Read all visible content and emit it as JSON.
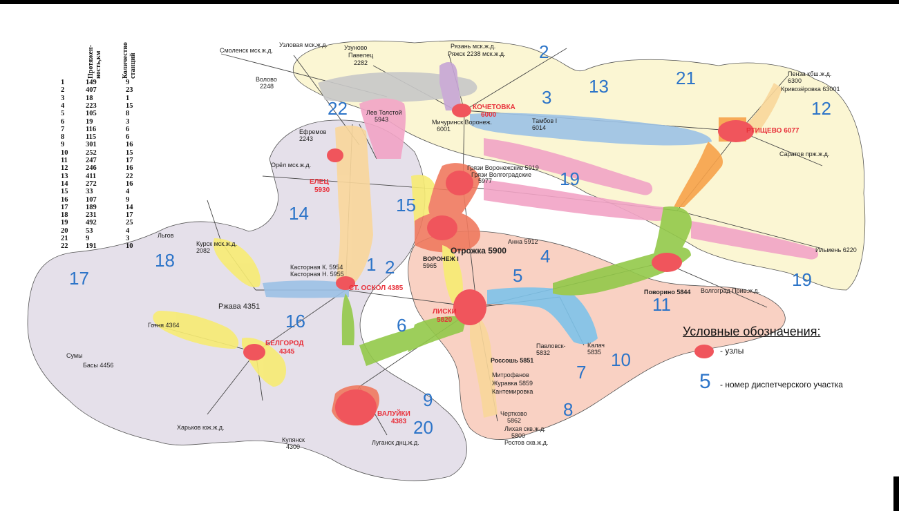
{
  "table": {
    "headers": [
      "Протяжен-ность,км",
      "Количество станций"
    ],
    "rows": [
      {
        "n": "1",
        "km": "149",
        "st": "9"
      },
      {
        "n": "2",
        "km": "407",
        "st": "23"
      },
      {
        "n": "3",
        "km": "18",
        "st": "1"
      },
      {
        "n": "4",
        "km": "223",
        "st": "15"
      },
      {
        "n": "5",
        "km": "105",
        "st": "8"
      },
      {
        "n": "6",
        "km": "19",
        "st": "3"
      },
      {
        "n": "7",
        "km": "116",
        "st": "6"
      },
      {
        "n": "8",
        "km": "115",
        "st": "6"
      },
      {
        "n": "9",
        "km": "301",
        "st": "16"
      },
      {
        "n": "10",
        "km": "252",
        "st": "15"
      },
      {
        "n": "11",
        "km": "247",
        "st": "17"
      },
      {
        "n": "12",
        "km": "246",
        "st": "16"
      },
      {
        "n": "13",
        "km": "411",
        "st": "22"
      },
      {
        "n": "14",
        "km": "272",
        "st": "16"
      },
      {
        "n": "15",
        "km": "33",
        "st": "4"
      },
      {
        "n": "16",
        "km": "107",
        "st": "9"
      },
      {
        "n": "17",
        "km": "189",
        "st": "14"
      },
      {
        "n": "18",
        "km": "231",
        "st": "17"
      },
      {
        "n": "19",
        "km": "492",
        "st": "25"
      },
      {
        "n": "20",
        "km": "53",
        "st": "4"
      },
      {
        "n": "21",
        "km": "9",
        "st": "3"
      },
      {
        "n": "22",
        "km": "191",
        "st": "10"
      }
    ]
  },
  "nodes": [
    {
      "id": "kochetovka",
      "label": "КОЧЕТОВКА",
      "code": "6000"
    },
    {
      "id": "rtishchevo",
      "label": "РТИЩЕВО 6077",
      "code": ""
    },
    {
      "id": "elets",
      "label": "ЕЛЕЦ",
      "code": "5930"
    },
    {
      "id": "st-oskol",
      "label": "СТ. ОСКОЛ 4385",
      "code": ""
    },
    {
      "id": "liski",
      "label": "ЛИСКИ",
      "code": "5820"
    },
    {
      "id": "belgorod",
      "label": "БЕЛГОРОД",
      "code": "4345"
    },
    {
      "id": "valuyki",
      "label": "ВАЛУЙКИ",
      "code": "4383"
    }
  ],
  "stations": [
    {
      "id": "uzunovo",
      "text": "Узуново"
    },
    {
      "id": "pavelets",
      "text": "Павелец"
    },
    {
      "id": "pavelets-code",
      "text": "2282"
    },
    {
      "id": "ryazan",
      "text": "Рязань мск.ж.д."
    },
    {
      "id": "ryazhsk",
      "text": "Ряжск 2238 мск.ж.д."
    },
    {
      "id": "smolensk",
      "text": "Смоленск мск.ж.д."
    },
    {
      "id": "uzlovaya",
      "text": "Узловая мск.ж.д."
    },
    {
      "id": "volovo",
      "text": "Волово"
    },
    {
      "id": "volovo-code",
      "text": "2248"
    },
    {
      "id": "lev-tolstoy",
      "text": "Лев Толстой"
    },
    {
      "id": "lev-tolstoy-code",
      "text": "5943"
    },
    {
      "id": "michurinsk",
      "text": "Мичуринск Воронеж."
    },
    {
      "id": "michurinsk-code",
      "text": "6001"
    },
    {
      "id": "tambov",
      "text": "Тамбов I"
    },
    {
      "id": "tambov-code",
      "text": "6014"
    },
    {
      "id": "penza",
      "text": "Пенза кбш.ж.д."
    },
    {
      "id": "penza-code",
      "text": "6300"
    },
    {
      "id": "krivozerovka",
      "text": "Кривозёровка 63001"
    },
    {
      "id": "saratov",
      "text": "Саратов прж.ж.д."
    },
    {
      "id": "efremov",
      "text": "Ефремов"
    },
    {
      "id": "efremov-code",
      "text": "2243"
    },
    {
      "id": "orel",
      "text": "Орёл мск.ж.д."
    },
    {
      "id": "gryazi-vor",
      "text": "Грязи Воронежские 5919"
    },
    {
      "id": "gryazi-volg",
      "text": "Грязи Волгоградские"
    },
    {
      "id": "gryazi-code",
      "text": "5977"
    },
    {
      "id": "kursk",
      "text": "Курск мск.ж.д."
    },
    {
      "id": "kursk-code",
      "text": "2082"
    },
    {
      "id": "lgov",
      "text": "Льгов"
    },
    {
      "id": "kastornaya",
      "text": "Касторная К. 5954"
    },
    {
      "id": "kastornaya2",
      "text": "Касторная Н. 5955"
    },
    {
      "id": "otrozhka",
      "text": "Отрожка 5900"
    },
    {
      "id": "anna",
      "text": "Анна 5912"
    },
    {
      "id": "ilmen",
      "text": "Ильмень 6220"
    },
    {
      "id": "povorino",
      "text": "Поворино 5844"
    },
    {
      "id": "volgograd",
      "text": "Волгоград Прив.ж.д."
    },
    {
      "id": "kalach",
      "text": "Калач"
    },
    {
      "id": "kalach-code",
      "text": "5835"
    },
    {
      "id": "pavlovsk",
      "text": "Павловск-"
    },
    {
      "id": "pavlovsk-code",
      "text": "5832"
    },
    {
      "id": "rossosh",
      "text": "Россошь 5851"
    },
    {
      "id": "mitrofanovka",
      "text": "Митрофанов"
    },
    {
      "id": "zhuravka",
      "text": "Журавка 5859"
    },
    {
      "id": "kantemirovka",
      "text": "Кантемировка"
    },
    {
      "id": "chertkovo",
      "text": "Чертково"
    },
    {
      "id": "chertkovo-code",
      "text": "5862"
    },
    {
      "id": "likhaya",
      "text": "Лихая скв.ж.д."
    },
    {
      "id": "likhaya-code",
      "text": "5800"
    },
    {
      "id": "rostov",
      "text": "Ростов скв.ж.д."
    },
    {
      "id": "lugansk",
      "text": "Луганск днц.ж.д."
    },
    {
      "id": "kupyansk",
      "text": "Купянск"
    },
    {
      "id": "kupyansk-code",
      "text": "4300"
    },
    {
      "id": "kharkov",
      "text": "Харьков юж.ж.д."
    },
    {
      "id": "sumy",
      "text": "Сумы"
    },
    {
      "id": "basy",
      "text": "Басы 4456"
    },
    {
      "id": "gotnya",
      "text": "Готня 4364"
    },
    {
      "id": "rzhava",
      "text": "Ржава 4351"
    },
    {
      "id": "voronezh1",
      "text": "ВОРОНЕЖ I"
    },
    {
      "id": "voronezh1-code",
      "text": "5965"
    }
  ],
  "areas": [
    "1",
    "2",
    "2",
    "3",
    "4",
    "5",
    "6",
    "7",
    "8",
    "9",
    "10",
    "11",
    "12",
    "13",
    "14",
    "15",
    "16",
    "17",
    "18",
    "19",
    "19",
    "20",
    "21",
    "22"
  ],
  "legend": {
    "title": "Условные обозначения:",
    "node_label": "- узлы",
    "area_number": "5",
    "area_label": "- номер диспетчерского участка"
  },
  "colors": {
    "node": "#f0555c",
    "number": "#2c74c8",
    "zone_yellow": "#fbf6d3",
    "zone_gray": "#e5e0ea",
    "zone_salmon": "#f9d1c3",
    "band_purple": "#c6a6d6",
    "band_blue": "#9cc2e6",
    "band_orange": "#f7a24a",
    "band_pink": "#f2a4c6",
    "band_green": "#93c94a",
    "band_yellow": "#f7ec73",
    "band_red": "#f07a5f",
    "band_lightblue": "#7ec3ea",
    "band_tan": "#f9d79b"
  }
}
